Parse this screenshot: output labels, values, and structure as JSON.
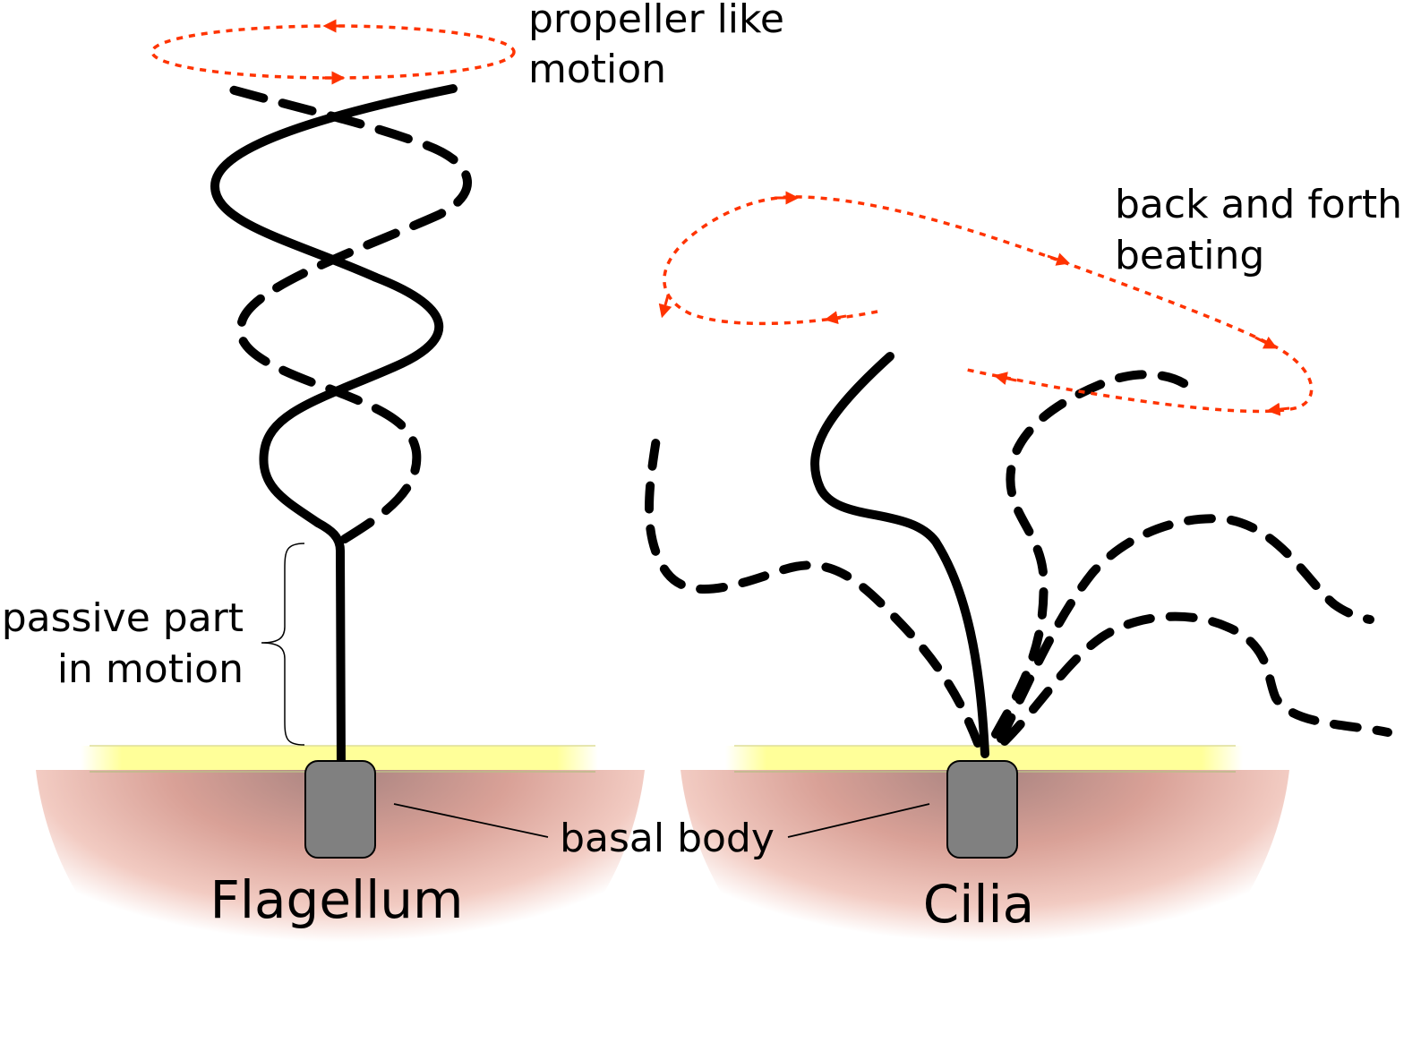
{
  "labels": {
    "propeller_line1": "propeller like",
    "propeller_line2": "motion",
    "back_forth_line1": "back and forth",
    "back_forth_line2": "beating",
    "passive_line1": "passive part",
    "passive_line2": "in motion",
    "basal_body": "basal body",
    "flagellum": "Flagellum",
    "cilia": "Cilia"
  },
  "colors": {
    "motion_arrow": "#ff3300",
    "membrane": "#ffff88",
    "cell_body": "#d4968a",
    "cell_body_dark": "#b88a84",
    "basal_body": "#808080",
    "stroke": "#000000"
  }
}
